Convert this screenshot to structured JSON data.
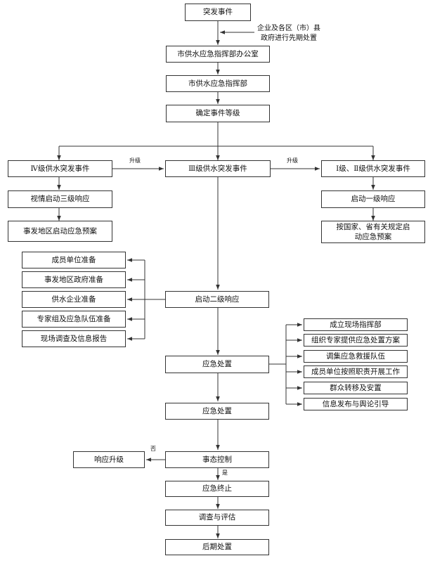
{
  "nodes": {
    "start": "突发事件",
    "city_office": "市供水应急指挥部办公室",
    "city_hq": "市供水应急指挥部",
    "determine_level": "确定事件等级",
    "level4": "Ⅳ级供水突发事件",
    "level3": "Ⅲ级供水突发事件",
    "level12": "Ⅰ级、Ⅱ级供水突发事件",
    "start_level3_resp": "视情启动三级响应",
    "local_plan": "事发地区启动应急预案",
    "start_level1_resp": "启动一级响应",
    "national_plan": "按国家、省有关规定启动应急预案",
    "start_level2_resp": "启动二级响应",
    "emergency_handling_1": "应急处置",
    "emergency_handling_2": "应急处置",
    "situation_control": "事态控制",
    "response_upgrade": "响应升级",
    "emergency_end": "应急终止",
    "investigation": "调查与评估",
    "aftermath": "后期处置"
  },
  "prep_items": [
    "成员单位准备",
    "事发地区政府准备",
    "供水企业准备",
    "专家组及应急队伍准备",
    "现场调查及信息报告"
  ],
  "handling_items": [
    "成立现场指挥部",
    "组织专家提供应急处置方案",
    "调集应急救援队伍",
    "成员单位按照职责开展工作",
    "群众转移及安置",
    "信息发布与舆论引导"
  ],
  "annotations": {
    "prior_handling": "企业及各区（市）县政府进行先期处置",
    "upgrade_left": "升级",
    "upgrade_right": "升级",
    "no_label": "否",
    "yes_label": "是"
  },
  "colors": {
    "line": "#333333",
    "box_border": "#333333",
    "text": "#111111"
  }
}
